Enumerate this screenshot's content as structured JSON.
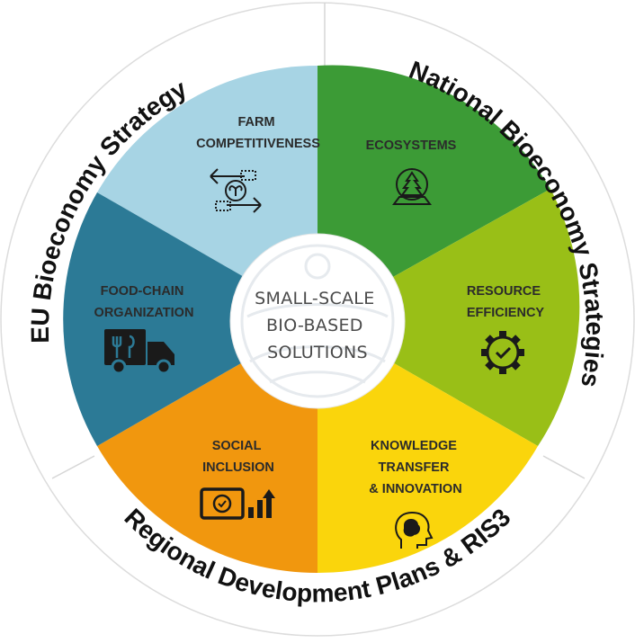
{
  "center": {
    "lines": [
      "SMALL-SCALE",
      "BIO-BASED",
      "SOLUTIONS"
    ]
  },
  "ring": {
    "left": "EU Bioeconomy Strategy",
    "right": "National Bioeconomy Strategies",
    "bottom": "Regional Development Plans & RIS3"
  },
  "segments": [
    {
      "id": "farm",
      "lines": [
        "FARM",
        "COMPETITIVENESS"
      ],
      "color": "#a7d4e4",
      "icon": "recycle-plant-icon"
    },
    {
      "id": "ecosystems",
      "lines": [
        "ECOSYSTEMS"
      ],
      "color": "#3c9b36",
      "icon": "tree-globe-icon"
    },
    {
      "id": "resource",
      "lines": [
        "RESOURCE",
        "EFFICIENCY"
      ],
      "color": "#99bf17",
      "icon": "gear-check-icon"
    },
    {
      "id": "knowledge",
      "lines": [
        "KNOWLEDGE",
        "TRANSFER",
        "& INNOVATION"
      ],
      "color": "#fad50c",
      "icon": "head-brain-icon"
    },
    {
      "id": "social",
      "lines": [
        "SOCIAL",
        "INCLUSION"
      ],
      "color": "#f1970e",
      "icon": "money-growth-icon"
    },
    {
      "id": "food",
      "lines": [
        "FOOD-CHAIN",
        "ORGANIZATION"
      ],
      "color": "#2c7a96",
      "icon": "food-truck-icon"
    }
  ]
}
